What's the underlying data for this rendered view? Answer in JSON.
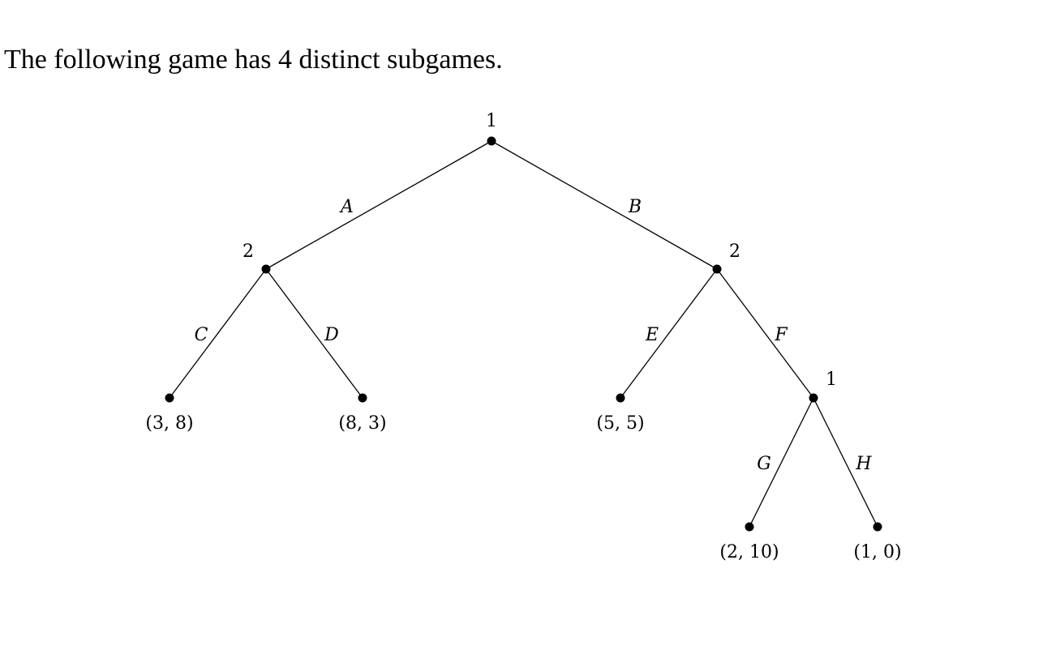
{
  "statement": "The following game has 4 distinct subgames.",
  "tree": {
    "players": {
      "root": "1",
      "left": "2",
      "right": "2",
      "after_f": "1"
    },
    "actions": {
      "a": "A",
      "b": "B",
      "c": "C",
      "d": "D",
      "e": "E",
      "f": "F",
      "g": "G",
      "h": "H"
    },
    "payoffs": {
      "c": "(3, 8)",
      "d": "(8, 3)",
      "e": "(5, 5)",
      "g": "(2, 10)",
      "h": "(1, 0)"
    }
  }
}
